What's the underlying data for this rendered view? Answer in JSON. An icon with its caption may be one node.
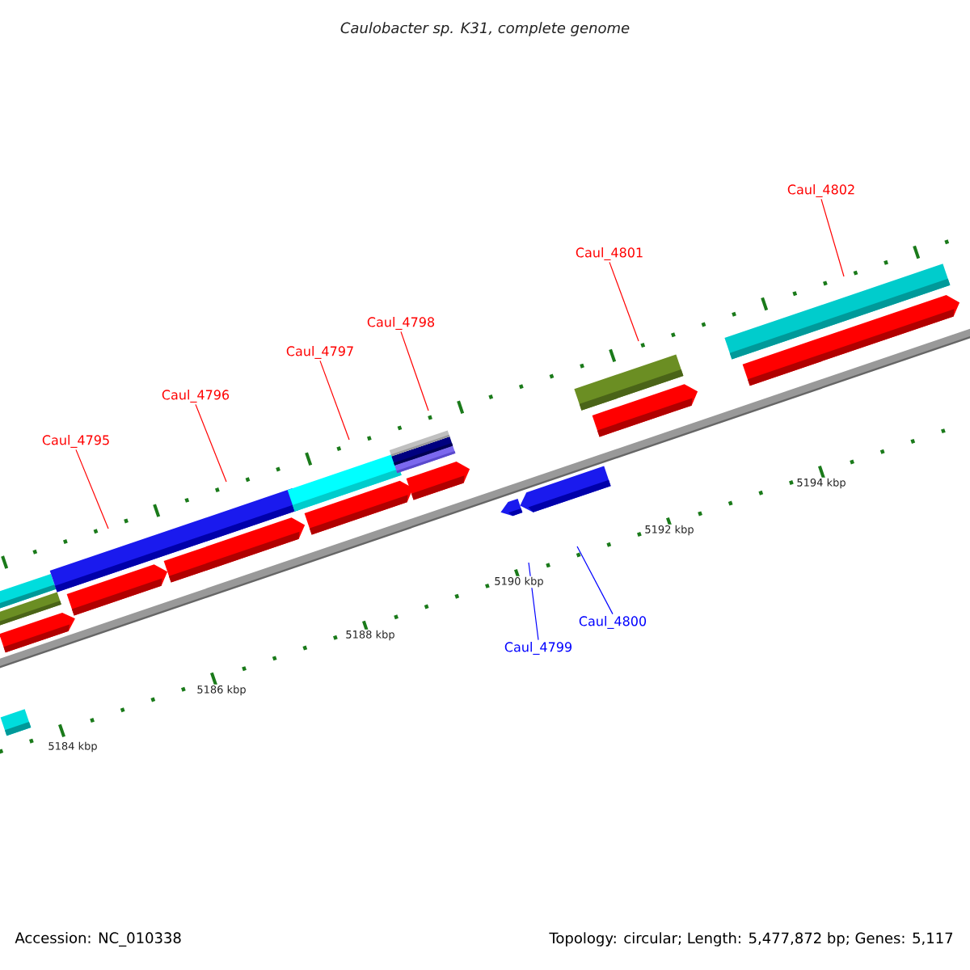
{
  "diagram": {
    "title": "Caulobacter sp. K31, complete genome",
    "nodes": [
      {
        "text": [
          "Caul_4795"
        ]
      },
      {
        "text": [
          "Caul_4796"
        ]
      },
      {
        "text": [
          "Caul_4797"
        ]
      },
      {
        "text": [
          "Caul_4798"
        ]
      },
      {
        "text": [
          "Caul_4801"
        ]
      },
      {
        "text": [
          "Caul_4802"
        ]
      },
      {
        "text": [
          "Caul_4799"
        ]
      },
      {
        "text": [
          "Caul_4800"
        ]
      }
    ],
    "edges": [
      {
        "from": 0,
        "to": null,
        "arrow": "none"
      },
      {
        "from": 1,
        "to": null,
        "arrow": "none"
      },
      {
        "from": 2,
        "to": null,
        "arrow": "none"
      },
      {
        "from": 3,
        "to": null,
        "arrow": "none"
      },
      {
        "from": 4,
        "to": null,
        "arrow": "none"
      },
      {
        "from": 5,
        "to": null,
        "arrow": "none"
      },
      {
        "from": 6,
        "to": null,
        "arrow": "none",
        "color": "#0000ff"
      },
      {
        "from": 7,
        "to": null,
        "arrow": "none",
        "color": "#0000ff"
      }
    ],
    "labels": [
      "5194 kbp",
      "5192 kbp",
      "5190 kbp",
      "5188 kbp",
      "5186 kbp",
      "5184 kbp",
      "Accession: NC_010338",
      "Topology: circular; Length: 5,477,872 bp; Genes: 5,117"
    ]
  }
}
